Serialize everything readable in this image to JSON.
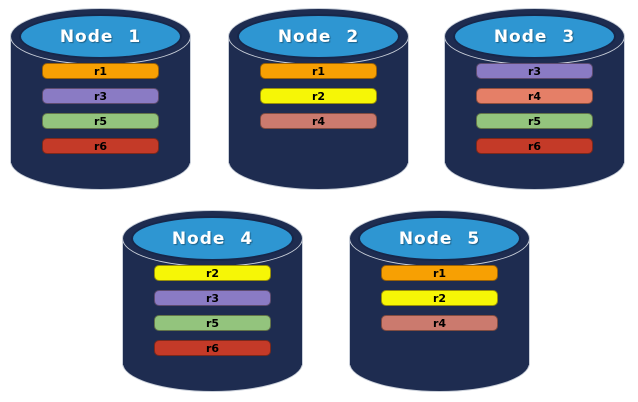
{
  "palette": {
    "background": "#FFFFFF",
    "cylinder_body": "#1E2C50",
    "cylinder_cap": "#2E96D2",
    "cap_border": "#17274A",
    "cylinder_outline": "#C9CFD9",
    "title_text": "#FFFFFF",
    "bar_text": "#000000",
    "replica_colors": {
      "r1": "#F7A003",
      "r2": "#F6F606",
      "r3": "#8A7BC4",
      "r4": "#CB7A6E",
      "r4_coral": "#E57F67",
      "r5": "#93C47D",
      "r6": "#C43A28"
    }
  },
  "nodes": [
    {
      "title": "Node 1",
      "replicas": [
        {
          "label": "r1",
          "color": "#F7A003"
        },
        {
          "label": "r3",
          "color": "#8A7BC4"
        },
        {
          "label": "r5",
          "color": "#93C47D"
        },
        {
          "label": "r6",
          "color": "#C43A28"
        }
      ]
    },
    {
      "title": "Node 2",
      "replicas": [
        {
          "label": "r1",
          "color": "#F7A003"
        },
        {
          "label": "r2",
          "color": "#F6F606"
        },
        {
          "label": "r4",
          "color": "#CB7A6E"
        }
      ]
    },
    {
      "title": "Node 3",
      "replicas": [
        {
          "label": "r3",
          "color": "#8A7BC4"
        },
        {
          "label": "r4",
          "color": "#E57F67"
        },
        {
          "label": "r5",
          "color": "#93C47D"
        },
        {
          "label": "r6",
          "color": "#C43A28"
        }
      ]
    },
    {
      "title": "Node 4",
      "replicas": [
        {
          "label": "r2",
          "color": "#F6F606"
        },
        {
          "label": "r3",
          "color": "#8A7BC4"
        },
        {
          "label": "r5",
          "color": "#93C47D"
        },
        {
          "label": "r6",
          "color": "#C43A28"
        }
      ]
    },
    {
      "title": "Node 5",
      "replicas": [
        {
          "label": "r1",
          "color": "#F7A003"
        },
        {
          "label": "r2",
          "color": "#F6F606"
        },
        {
          "label": "r4",
          "color": "#CB7A6E"
        }
      ]
    }
  ]
}
